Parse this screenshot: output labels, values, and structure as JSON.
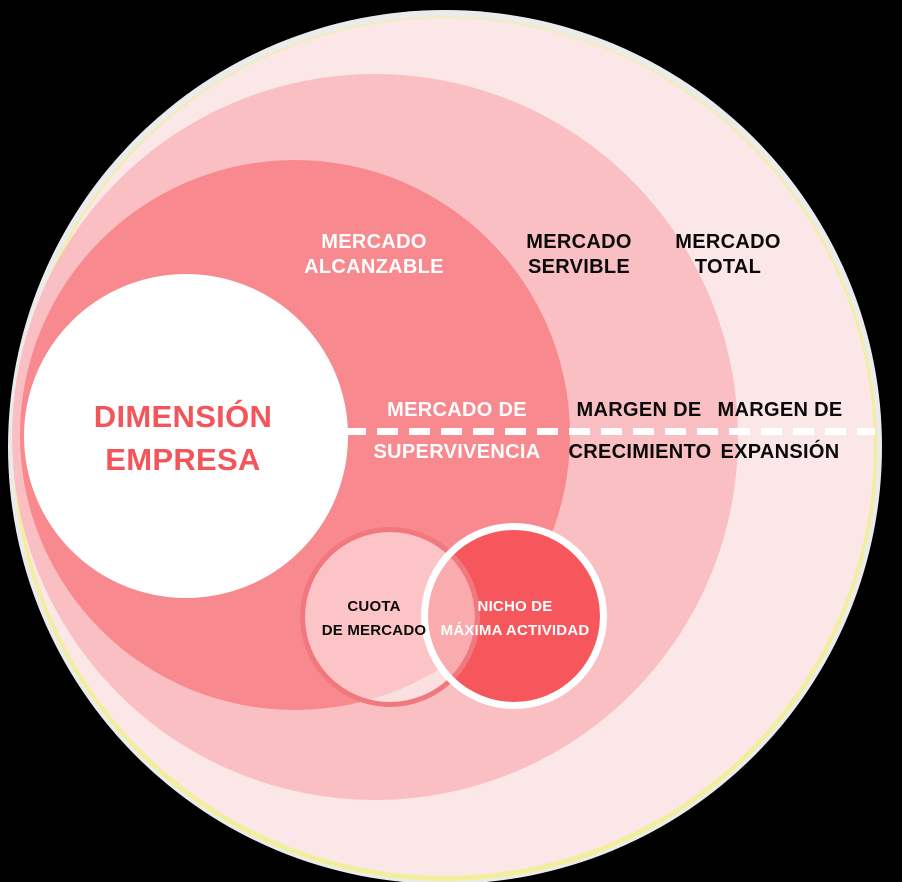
{
  "rings": {
    "total": {
      "line1": "MERCADO",
      "line2": "TOTAL"
    },
    "servible": {
      "line1": "MERCADO",
      "line2": "SERVIBLE"
    },
    "alcanzable": {
      "line1": "MERCADO",
      "line2": "ALCANZABLE"
    }
  },
  "company": {
    "line1": "DIMENSIÓN",
    "line2": "EMPRESA"
  },
  "axis": {
    "supervivencia": {
      "top": "MERCADO DE",
      "bottom": "SUPERVIVENCIA"
    },
    "crecimiento": {
      "top": "MARGEN DE",
      "bottom": "CRECIMIENTO"
    },
    "expansion": {
      "top": "MARGEN DE",
      "bottom": "EXPANSIÓN"
    }
  },
  "overlap": {
    "cuota": {
      "line1": "CUOTA",
      "line2": "DE MERCADO"
    },
    "nicho": {
      "line1": "NICHO DE",
      "line2": "MÁXIMA ACTIVIDAD"
    }
  },
  "palette": {
    "background": "#000000",
    "total_fill": "#FBE7E8",
    "servible_fill": "#F9BFC2",
    "alcanzable_fill": "#F8898E",
    "company_fill": "#FFFFFF",
    "company_text": "#F2555A",
    "nicho_fill": "#F5575D",
    "nicho_ring": "#FFFFFF",
    "cuota_ring": "#F1797E",
    "outer_border_yellow": "#F2EF9C",
    "dashed_line": "#FFFFFF",
    "dark_text": "#0A0A0A",
    "light_text": "#FFFFFF"
  }
}
